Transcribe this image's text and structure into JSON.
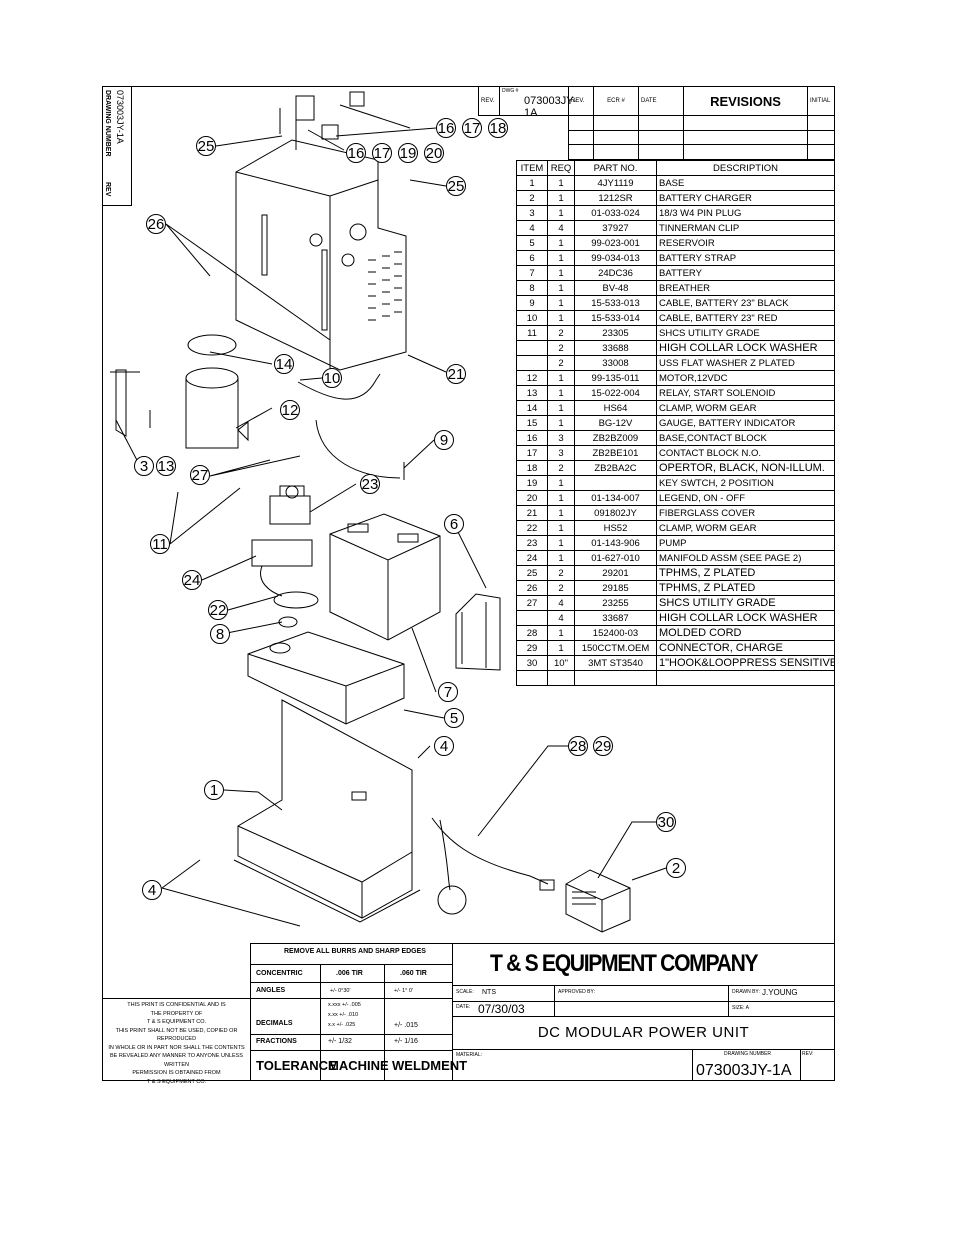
{
  "side_strip": {
    "drawing_number_label": "DRAWING NUMBER",
    "drawing_number": "073003JY-1A",
    "rev_label": "REV"
  },
  "revision_block": {
    "rev_label": "REV.",
    "dwg_label": "DWG #",
    "dwg_number": "073003JY-1A",
    "rev_col": "REV.",
    "ecr_col": "ECR #",
    "date_col": "DATE",
    "title": "REVISIONS",
    "initial_col": "INITIAL"
  },
  "bom": {
    "headers": [
      "ITEM",
      "REQ",
      "PART NO.",
      "DESCRIPTION"
    ],
    "rows": [
      {
        "item": "1",
        "req": "1",
        "part": "4JY1119",
        "desc": "BASE"
      },
      {
        "item": "2",
        "req": "1",
        "part": "1212SR",
        "desc": "BATTERY CHARGER"
      },
      {
        "item": "3",
        "req": "1",
        "part": "01-033-024",
        "desc": "18/3 W4 PIN PLUG"
      },
      {
        "item": "4",
        "req": "4",
        "part": "37927",
        "desc": "TINNERMAN CLIP"
      },
      {
        "item": "5",
        "req": "1",
        "part": "99-023-001",
        "desc": "RESERVOIR"
      },
      {
        "item": "6",
        "req": "1",
        "part": "99-034-013",
        "desc": "BATTERY STRAP"
      },
      {
        "item": "7",
        "req": "1",
        "part": "24DC36",
        "desc": "BATTERY"
      },
      {
        "item": "8",
        "req": "1",
        "part": "BV-48",
        "desc": "BREATHER"
      },
      {
        "item": "9",
        "req": "1",
        "part": "15-533-013",
        "desc": "CABLE, BATTERY 23\" BLACK"
      },
      {
        "item": "10",
        "req": "1",
        "part": "15-533-014",
        "desc": "CABLE, BATTERY 23\" RED"
      },
      {
        "item": "11",
        "req": "2",
        "part": "23305",
        "desc": "SHCS UTILITY GRADE"
      },
      {
        "item": "",
        "req": "2",
        "part": "33688",
        "desc": "HIGH COLLAR LOCK WASHER",
        "big": true
      },
      {
        "item": "",
        "req": "2",
        "part": "33008",
        "desc": "USS FLAT WASHER Z PLATED"
      },
      {
        "item": "12",
        "req": "1",
        "part": "99-135-011",
        "desc": "MOTOR,12VDC"
      },
      {
        "item": "13",
        "req": "1",
        "part": "15-022-004",
        "desc": "RELAY, START SOLENOID"
      },
      {
        "item": "14",
        "req": "1",
        "part": "HS64",
        "desc": "CLAMP, WORM GEAR"
      },
      {
        "item": "15",
        "req": "1",
        "part": "BG-12V",
        "desc": "GAUGE, BATTERY INDICATOR"
      },
      {
        "item": "16",
        "req": "3",
        "part": "ZB2BZ009",
        "desc": "BASE,CONTACT BLOCK"
      },
      {
        "item": "17",
        "req": "3",
        "part": "ZB2BE101",
        "desc": "CONTACT BLOCK N.O."
      },
      {
        "item": "18",
        "req": "2",
        "part": "ZB2BA2C",
        "desc": "OPERTOR, BLACK, NON-ILLUM.",
        "big": true
      },
      {
        "item": "19",
        "req": "1",
        "part": "",
        "desc": "KEY SWTCH, 2 POSITION"
      },
      {
        "item": "20",
        "req": "1",
        "part": "01-134-007",
        "desc": "LEGEND, ON - OFF"
      },
      {
        "item": "21",
        "req": "1",
        "part": "091802JY",
        "desc": "FIBERGLASS COVER"
      },
      {
        "item": "22",
        "req": "1",
        "part": "HS52",
        "desc": "CLAMP, WORM GEAR"
      },
      {
        "item": "23",
        "req": "1",
        "part": "01-143-906",
        "desc": "PUMP"
      },
      {
        "item": "24",
        "req": "1",
        "part": "01-627-010",
        "desc": "MANIFOLD ASSM (SEE PAGE 2)"
      },
      {
        "item": "25",
        "req": "2",
        "part": "29201",
        "desc": "TPHMS, Z PLATED",
        "big": true
      },
      {
        "item": "26",
        "req": "2",
        "part": "29185",
        "desc": "TPHMS, Z PLATED",
        "big": true
      },
      {
        "item": "27",
        "req": "4",
        "part": "23255",
        "desc": "SHCS UTILITY GRADE",
        "big": true
      },
      {
        "item": "",
        "req": "4",
        "part": "33687",
        "desc": "HIGH COLLAR LOCK WASHER",
        "big": true
      },
      {
        "item": "28",
        "req": "1",
        "part": "152400-03",
        "desc": "MOLDED CORD",
        "big": true
      },
      {
        "item": "29",
        "req": "1",
        "part": "150CCTM.OEM",
        "desc": "CONNECTOR, CHARGE",
        "big": true
      },
      {
        "item": "30",
        "req": "10\"",
        "part": "3MT ST3540",
        "desc": "1\"HOOK&LOOPPRESS SENSITIVE",
        "big": true
      }
    ]
  },
  "balloons": {
    "b25a": "25",
    "b16a": "16",
    "b17a": "17",
    "b18a": "18",
    "b16b": "16",
    "b17b": "17",
    "b19": "19",
    "b20": "20",
    "b25b": "25",
    "b26": "26",
    "b14": "14",
    "b10": "10",
    "b21": "21",
    "b12": "12",
    "b9": "9",
    "b3": "3",
    "b13": "13",
    "b27": "27",
    "b23": "23",
    "b11": "11",
    "b6": "6",
    "b24": "24",
    "b22": "22",
    "b8": "8",
    "b7": "7",
    "b5": "5",
    "b4a": "4",
    "b28": "28",
    "b29": "29",
    "b1": "1",
    "b30": "30",
    "b2": "2",
    "b4b": "4"
  },
  "title_block": {
    "notes_header": "REMOVE ALL BURRS AND SHARP EDGES",
    "concentric": "CONCENTRIC",
    "concentric_m": ".006 TIR",
    "concentric_w": ".060 TIR",
    "angles": "ANGLES",
    "angles_m": "+/- 0°30'",
    "angles_w": "+/- 1° 0'",
    "decimals": "DECIMALS",
    "dec_m1": "x.xxx +/- .005",
    "dec_m2": "x.xx +/- .010",
    "dec_m3": "x.x +/- .025",
    "dec_w": "+/- .015",
    "fractions": "FRACTIONS",
    "frac_m": "+/- 1/32",
    "frac_w": "+/- 1/16",
    "tolerance": "TOLERANCE",
    "machine": "MACHINE",
    "weldment": "WELDMENT",
    "confidential": [
      "THIS PRINT IS CONFIDENTIAL AND IS",
      "THE PROPERTY OF",
      "T & S EQUIPMENT CO.",
      "THIS PRINT SHALL NOT BE USED, COPIED OR REPRODUCED",
      "IN WHOLE OR IN PART NOR SHALL THE CONTENTS",
      "BE REVEALED ANY MANNER TO ANYONE UNLESS WRITTEN",
      "PERMISSION IS OBTAINED FROM",
      "T & S EQUIPMENT CO."
    ],
    "company": "T & S EQUIPMENT COMPANY",
    "scale_label": "SCALE:",
    "scale": "NTS",
    "approved_label": "APPROVED BY:",
    "drawn_label": "DRAWN BY:",
    "drawn": "J.YOUNG",
    "date_label": "DATE:",
    "date": "07/30/03",
    "size_label": "SIZE: A",
    "title": "DC MODULAR POWER UNIT",
    "material_label": "MATERIAL:",
    "dwg_label": "DRAWING NUMBER",
    "dwg": "073003JY-1A",
    "rev_label": "REV:"
  }
}
